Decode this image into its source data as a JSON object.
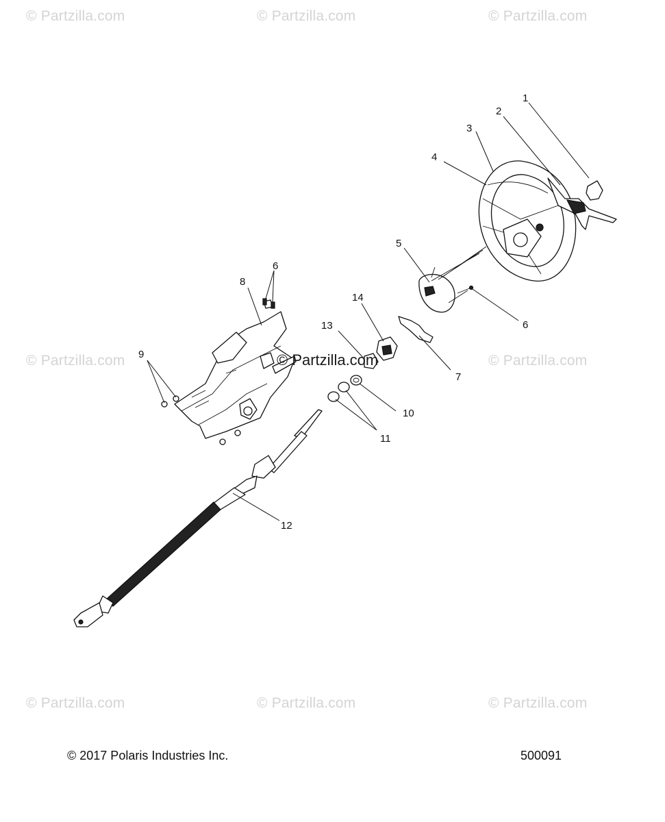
{
  "watermark": "© Partzilla.com",
  "center_watermark": "© Partzilla.com",
  "callouts": [
    {
      "id": "c1",
      "label": "1"
    },
    {
      "id": "c2",
      "label": "2"
    },
    {
      "id": "c3",
      "label": "3"
    },
    {
      "id": "c4",
      "label": "4"
    },
    {
      "id": "c5",
      "label": "5"
    },
    {
      "id": "c6a",
      "label": "6"
    },
    {
      "id": "c6b",
      "label": "6"
    },
    {
      "id": "c7",
      "label": "7"
    },
    {
      "id": "c8",
      "label": "8"
    },
    {
      "id": "c9",
      "label": "9"
    },
    {
      "id": "c10",
      "label": "10"
    },
    {
      "id": "c11",
      "label": "11"
    },
    {
      "id": "c12",
      "label": "12"
    },
    {
      "id": "c13",
      "label": "13"
    },
    {
      "id": "c14",
      "label": "14"
    }
  ],
  "footer": {
    "copyright": "© 2017 Polaris Industries Inc.",
    "diagram_number": "500091"
  }
}
